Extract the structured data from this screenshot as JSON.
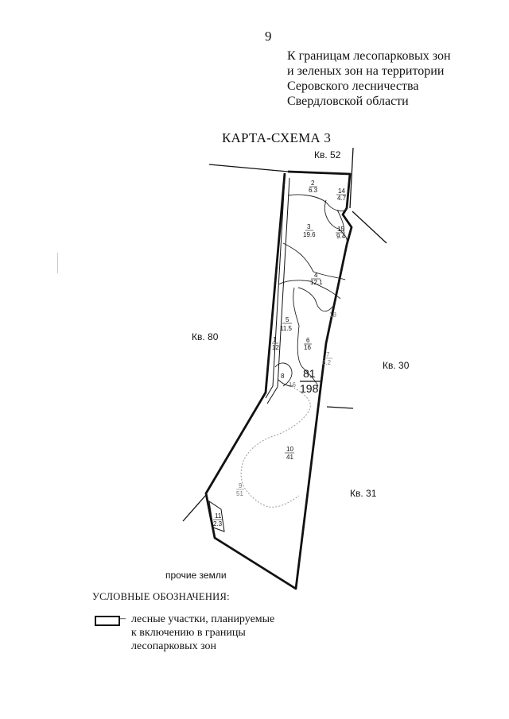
{
  "page_number": "9",
  "header": {
    "lines": [
      "К границам лесопарковых зон",
      "и зеленых зон на территории",
      "Серовского лесничества",
      "Свердловской области"
    ]
  },
  "map_title": "КАРТА-СХЕМА 3",
  "quarters": {
    "kv52": "Кв. 52",
    "kv80": "Кв. 80",
    "kv30": "Кв. 30",
    "kv31": "Кв. 31",
    "other_lands": "прочие земли"
  },
  "main_quarter": {
    "number": "81",
    "area": "198"
  },
  "plots": [
    {
      "id": "2",
      "area": "6.3"
    },
    {
      "id": "14",
      "area": "4.7"
    },
    {
      "id": "3",
      "area": "19.6"
    },
    {
      "id": "15",
      "area": "9.4"
    },
    {
      "id": "4",
      "area": "12.1"
    },
    {
      "id": "5",
      "area": "11.5"
    },
    {
      "id": "1",
      "area": "12"
    },
    {
      "id": "6",
      "area": "16"
    },
    {
      "id": "7",
      "area": "6.2"
    },
    {
      "id": "10",
      "area": "41"
    },
    {
      "id": "9",
      "area": "51"
    },
    {
      "id": "11",
      "area": "2.3"
    }
  ],
  "plot_small_labels": {
    "p18": "18",
    "p16": "16",
    "p8": "8"
  },
  "legend": {
    "title": "УСЛОВНЫЕ ОБОЗНАЧЕНИЯ:",
    "dash": "–",
    "lines": [
      "лесные участки, планируемые",
      "к включению в границы",
      "лесопарковых зон"
    ]
  },
  "colors": {
    "ink": "#111111",
    "faint": "#9a9a9a"
  }
}
